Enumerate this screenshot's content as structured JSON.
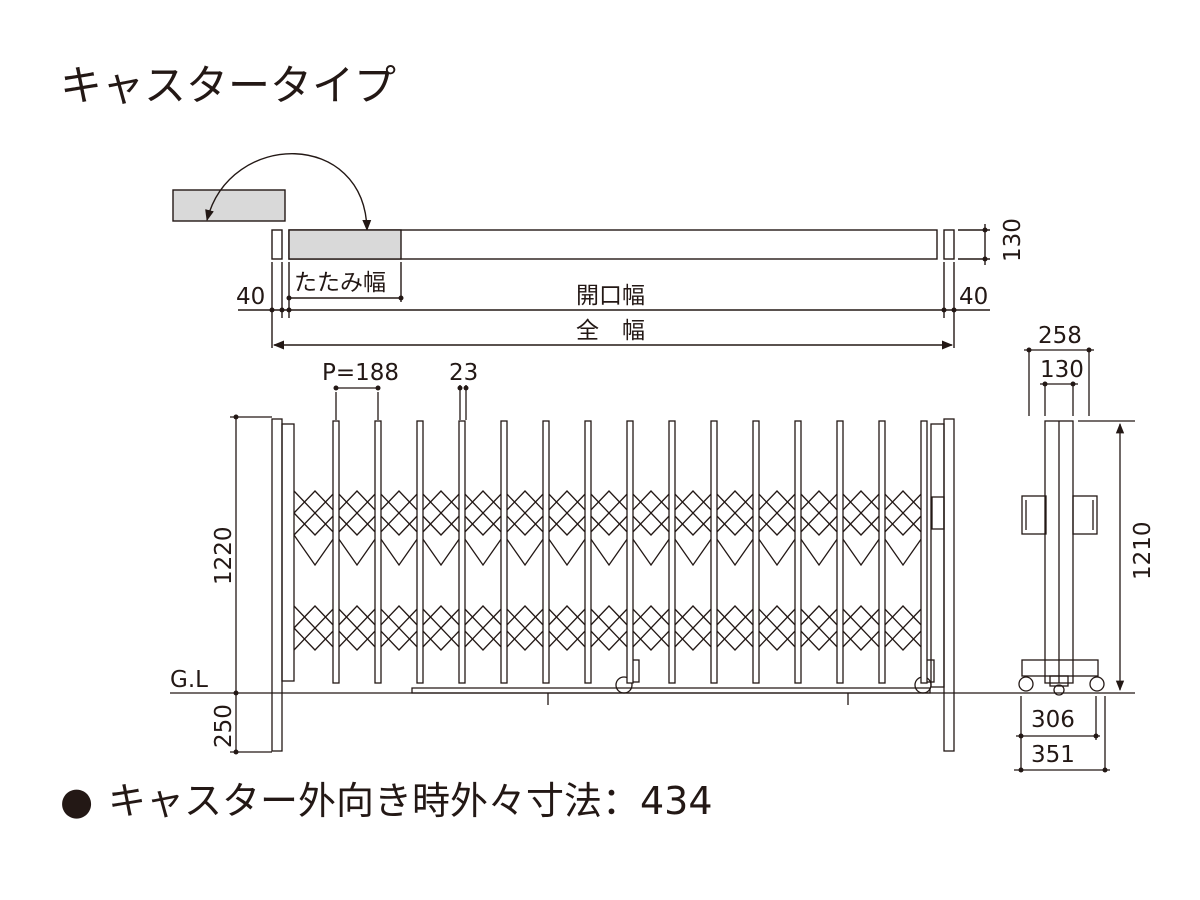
{
  "title": "キャスタータイプ",
  "plan": {
    "folded_label": "たたみ幅",
    "opening_label": "開口幅",
    "total_label": "全　幅",
    "left_clearance": "40",
    "right_clearance": "40",
    "depth_label": "130"
  },
  "front": {
    "pitch_label": "P=188",
    "bar_label": "23",
    "height_label": "1220",
    "embed_label": "250",
    "ground_label": "G.L"
  },
  "side": {
    "total_depth_label": "258",
    "post_depth_label": "130",
    "height_label": "1210",
    "caster_inner_label": "306",
    "caster_outer_label": "351"
  },
  "footnote": {
    "bullet": "●",
    "text": "キャスター外向き時外々寸法：434"
  },
  "colors": {
    "line": "#231815",
    "fold_fill": "#d9d9d9"
  }
}
